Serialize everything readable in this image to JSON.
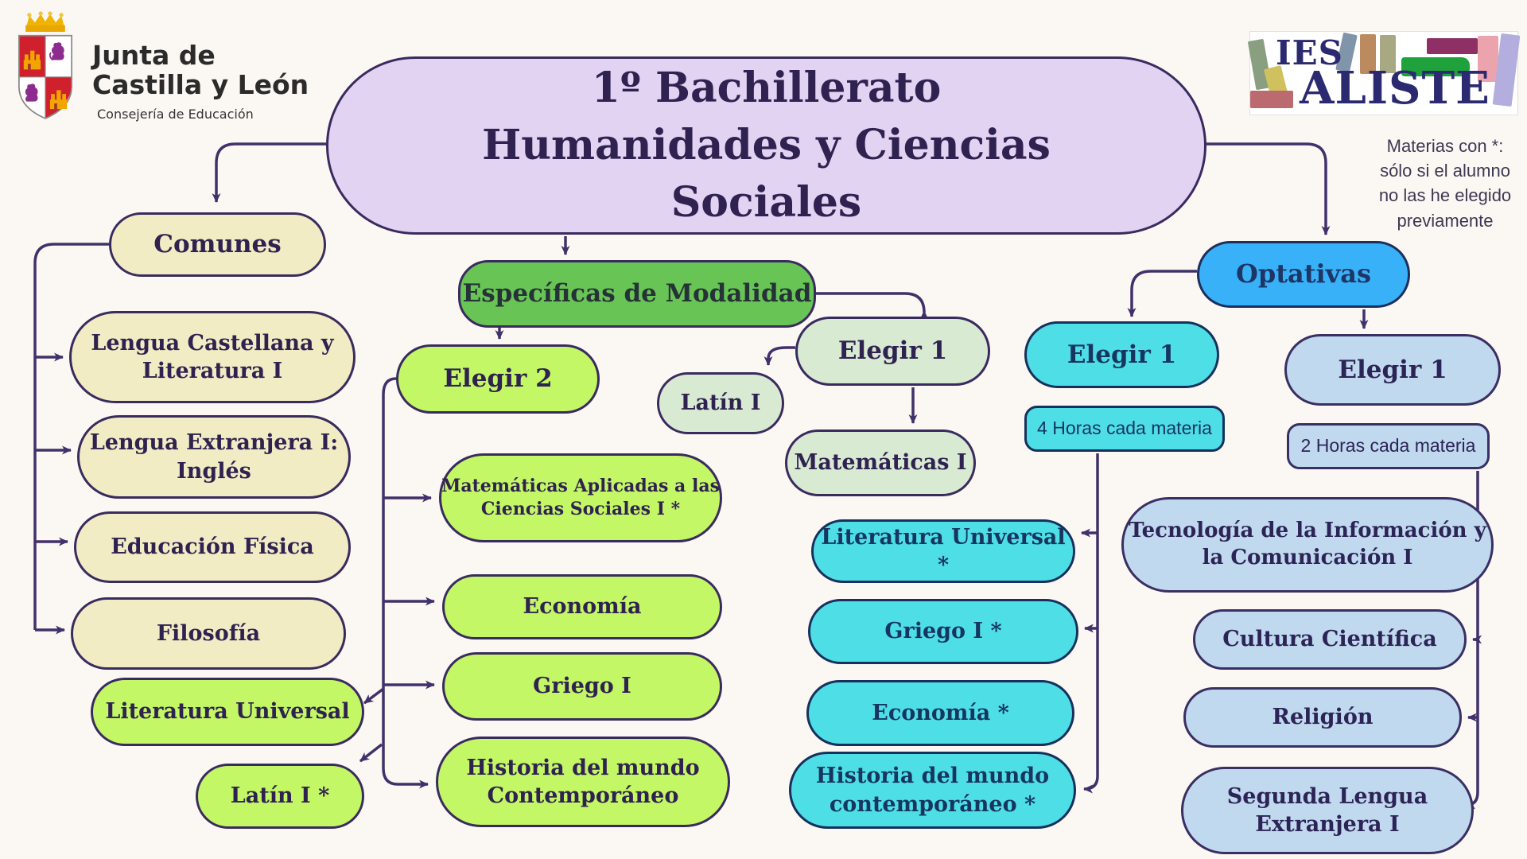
{
  "branding": {
    "junta": {
      "name_line1": "Junta de",
      "name_line2": "Castilla y León",
      "department": "Consejería de Educación"
    },
    "ies": {
      "acronym": "IES",
      "name": "ALISTE"
    }
  },
  "title": "1º Bachillerato\nHumanidades y Ciencias\nSociales",
  "note": "Materias con *:\nsólo si el alumno\nno las he elegido\npreviamente",
  "colors": {
    "background": "#fbf8f3",
    "title_fill": "#e2d3f3",
    "comunes_fill": "#f2ecc4",
    "modalidad_header_fill": "#68c455",
    "modalidad_item_fill": "#c3f765",
    "modalidad_pale_fill": "#d8ead2",
    "optativas_fill": "#38b1f8",
    "optativas_4h_fill": "#4edee6",
    "optativas_2h_fill": "#c0d9ee",
    "connector": "#42306b"
  },
  "nodes": {
    "comunes": "Comunes",
    "lengua_castellana": "Lengua Castellana y\nLiteratura I",
    "lengua_extranjera": "Lengua Extranjera I:\nInglés",
    "educacion_fisica": "Educación Física",
    "filosofia": "Filosofía",
    "literatura_universal": "Literatura Universal",
    "latin_asterisco": "Latín I *",
    "especificas": "Específicas de Modalidad",
    "elegir_2": "Elegir 2",
    "matematicas_aplicadas": "Matemáticas Aplicadas a las\nCiencias Sociales I *",
    "economia": "Economía",
    "griego": "Griego I",
    "historia_mundo": "Historia del mundo\nContemporáneo",
    "latin": "Latín I",
    "elegir_1_modalidad": "Elegir 1",
    "matematicas_1": "Matemáticas I",
    "elegir_1_optativas_4h": "Elegir 1",
    "horas_4": "4 Horas cada materia",
    "literatura_universal_ast": "Literatura Universal *",
    "griego_ast": "Griego I *",
    "economia_ast": "Economía *",
    "historia_mundo_ast": "Historia del mundo\ncontemporáneo *",
    "optativas": "Optativas",
    "elegir_1_optativas_2h": "Elegir 1",
    "horas_2": "2 Horas cada materia",
    "tecnologia_informacion": "Tecnología de la Información y\nla Comunicación I",
    "cultura_cientifica": "Cultura Científica",
    "religion": "Religión",
    "segunda_lengua": "Segunda Lengua\nExtranjera I"
  }
}
